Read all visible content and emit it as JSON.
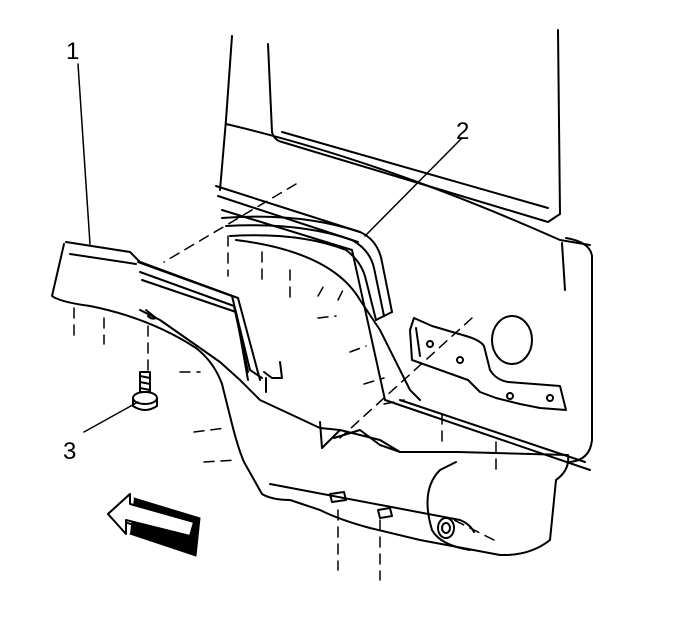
{
  "callouts": {
    "one": "1",
    "two": "2",
    "three": "3"
  },
  "colors": {
    "line": "#000000",
    "background": "#ffffff"
  },
  "icons": {
    "direction_arrow": "arrow-left-icon"
  }
}
